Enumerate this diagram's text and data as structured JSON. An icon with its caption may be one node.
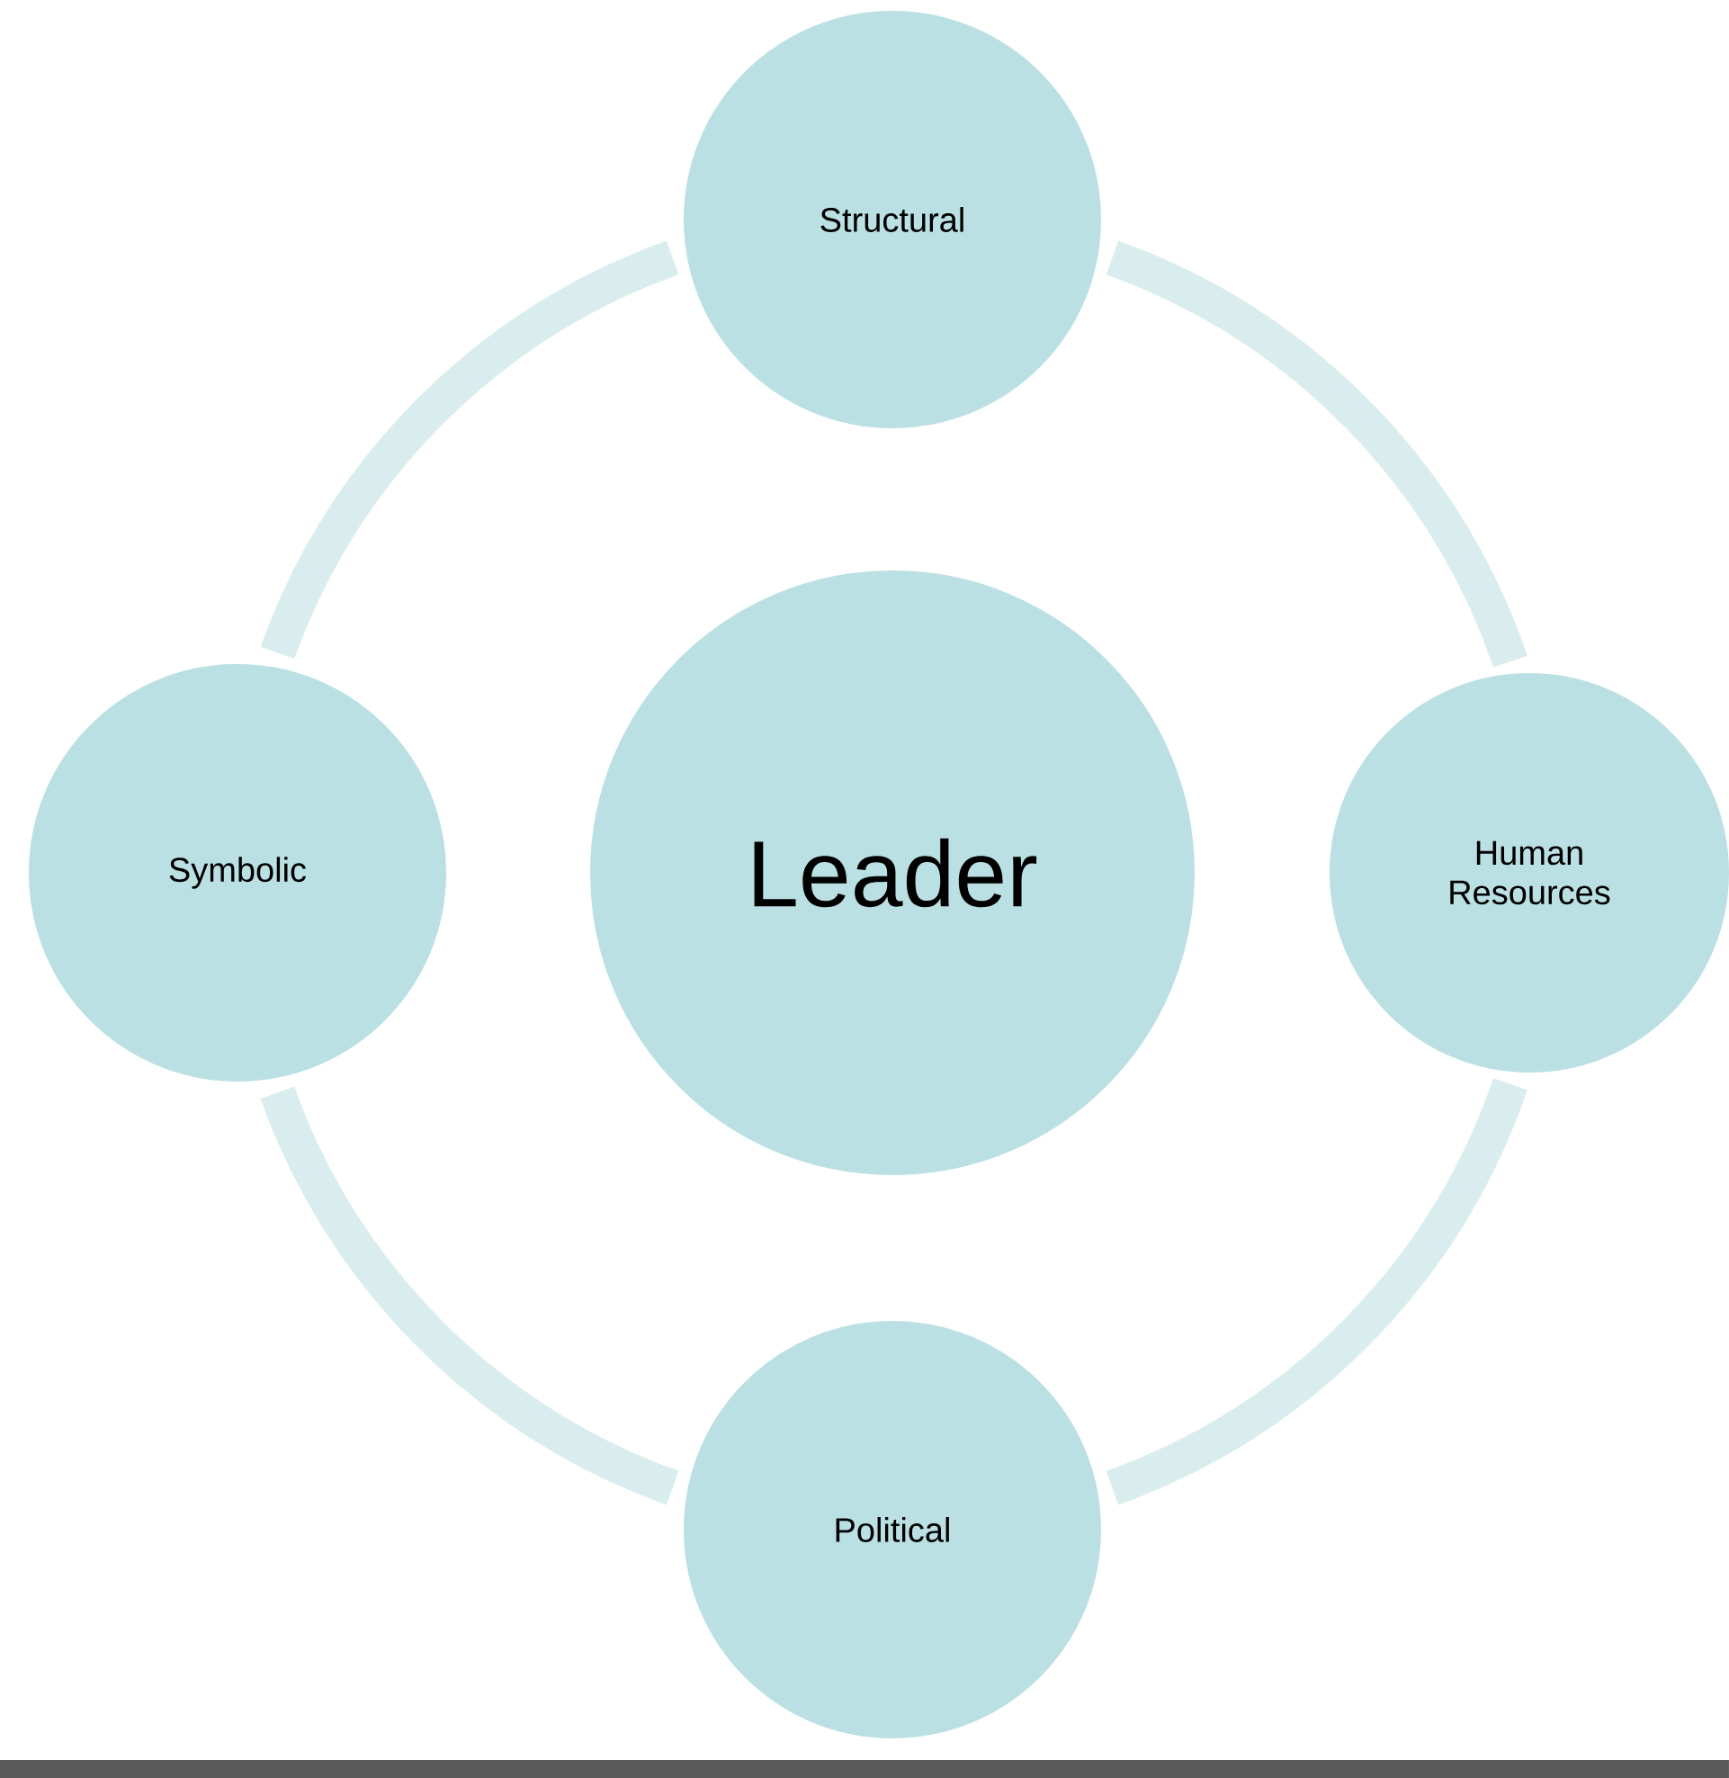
{
  "diagram": {
    "nodes": [
      {
        "text": [
          "Structural"
        ]
      },
      {
        "text": [
          "Symbolic"
        ]
      },
      {
        "text": [
          "Leader"
        ]
      },
      {
        "text": [
          "Human Resources"
        ]
      },
      {
        "text": [
          "Political"
        ]
      }
    ],
    "edges": [
      {
        "from": 0,
        "to": 3,
        "arrow": "none"
      },
      {
        "from": 3,
        "to": 4,
        "arrow": "none"
      },
      {
        "from": 4,
        "to": 1,
        "arrow": "none"
      },
      {
        "from": 1,
        "to": 0,
        "arrow": "none"
      }
    ]
  }
}
